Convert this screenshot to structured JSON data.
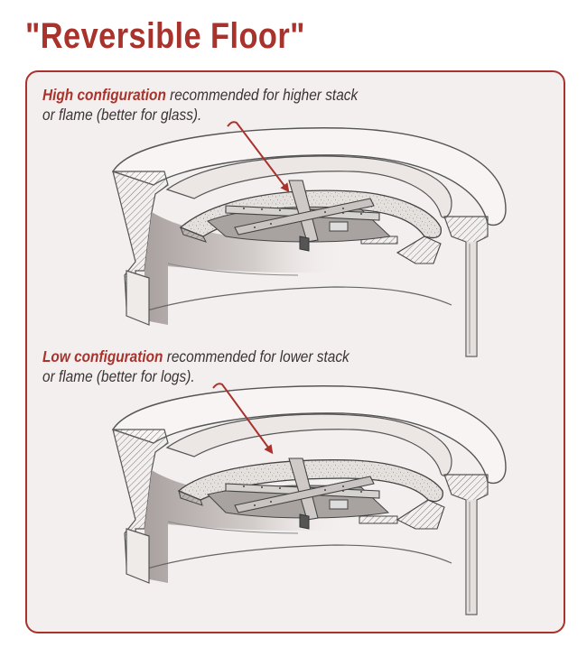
{
  "title": "\"Reversible Floor\"",
  "captions": {
    "high": {
      "strong": "High configuration",
      "rest_line1": " recommended for higher stack",
      "line2": "or flame (better for glass)."
    },
    "low": {
      "strong": "Low configuration",
      "rest_line1": " recommended for lower stack",
      "line2": "or flame (better for logs)."
    }
  },
  "colors": {
    "title": "#a8322c",
    "accent": "#a8322c",
    "panel_bg": "#f3efee",
    "outline": "#555555"
  }
}
